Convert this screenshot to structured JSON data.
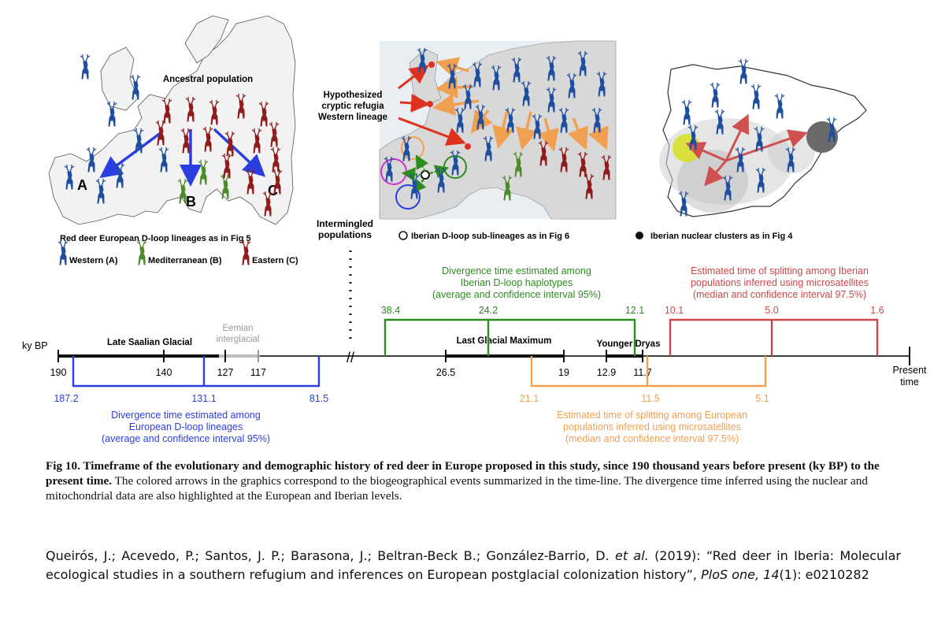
{
  "colors": {
    "western": "#1f4e9c",
    "mediterranean": "#4e8a2a",
    "eastern": "#8e1c1c",
    "european_dloop": "#2b3fe0",
    "iberian_dloop": "#2e8b20",
    "european_micro": "#f0a050",
    "iberian_micro": "#c9474a",
    "refugia": "#e0301e"
  },
  "maps": {
    "left": {
      "ancestral": "Ancestral population",
      "lineage_a": "A",
      "lineage_b": "B",
      "lineage_c": "C",
      "legend_title": "Red deer European D-loop lineages as in Fig 5",
      "legend_western": "Western (A)",
      "legend_mediterranean": "Mediterranean (B)",
      "legend_eastern": "Eastern (C)"
    },
    "middle": {
      "refugia_1": "Hypothesized",
      "refugia_2": "cryptic refugia",
      "refugia_3": "Western lineage",
      "legend": "Iberian D-loop sub-lineages as in Fig 6"
    },
    "right": {
      "legend": "Iberian nuclear clusters as in Fig 4"
    },
    "intermingled_1": "Intermingled",
    "intermingled_2": "populations"
  },
  "timeline": {
    "axis_label": "ky BP",
    "end_label_1": "Present",
    "end_label_2": "time",
    "ticks": [
      "190",
      "140",
      "127",
      "117",
      "26.5",
      "19",
      "12.9",
      "11.7"
    ],
    "periods": {
      "late_saalian": "Late Saalian Glacial",
      "eemian_1": "Eemian",
      "eemian_2": "interglacial",
      "lgm": "Last Glacial Maximum",
      "younger_dryas": "Younger Dryas"
    },
    "european_dloop": {
      "values": [
        "187.2",
        "131.1",
        "81.5"
      ],
      "label_1": "Divergence time estimated among",
      "label_2": "European D-loop lineages",
      "label_3": "(average and confidence interval 95%)"
    },
    "iberian_dloop": {
      "values": [
        "38.4",
        "24.2",
        "12.1"
      ],
      "label_1": "Divergence time estimated among",
      "label_2": "Iberian D-loop haplotypes",
      "label_3": "(average and confidence interval 95%)"
    },
    "iberian_micro": {
      "values": [
        "10.1",
        "5.0",
        "1.6"
      ],
      "label_1": "Estimated time of splitting among Iberian",
      "label_2": "populations inferred using microsatellites",
      "label_3": "(median and confidence interval 97.5%)"
    },
    "european_micro": {
      "values": [
        "21.1",
        "11.5",
        "5.1"
      ],
      "label_1": "Estimated time of splitting among European",
      "label_2": "populations inferred using microsatellites",
      "label_3": "(median and confidence interval 97.5%)"
    }
  },
  "caption": {
    "bold": "Fig 10.  Timeframe of the evolutionary and demographic history of red deer in Europe proposed in this study, since 190 thousand years before present (ky BP) to the present time.",
    "rest": " The colored arrows in the graphics correspond to the biogeographical events summarized in the time-line. The divergence time inferred using the nuclear and mitochondrial data are also highlighted at the European and Iberian levels."
  },
  "citation": {
    "part1": "Queirós, J.; Acevedo, P.; Santos, J. P.; Barasona, J.; Beltran-Beck B.; González-Barrio, D. ",
    "etal": "et al.",
    "part2": " (2019): “Red deer in Iberia: Molecular ecological studies in a southern refugium and inferences on European postglacial colonization history”, ",
    "journal": "PloS one,",
    "volume": "14",
    "part3": "(1):  e0210282"
  }
}
